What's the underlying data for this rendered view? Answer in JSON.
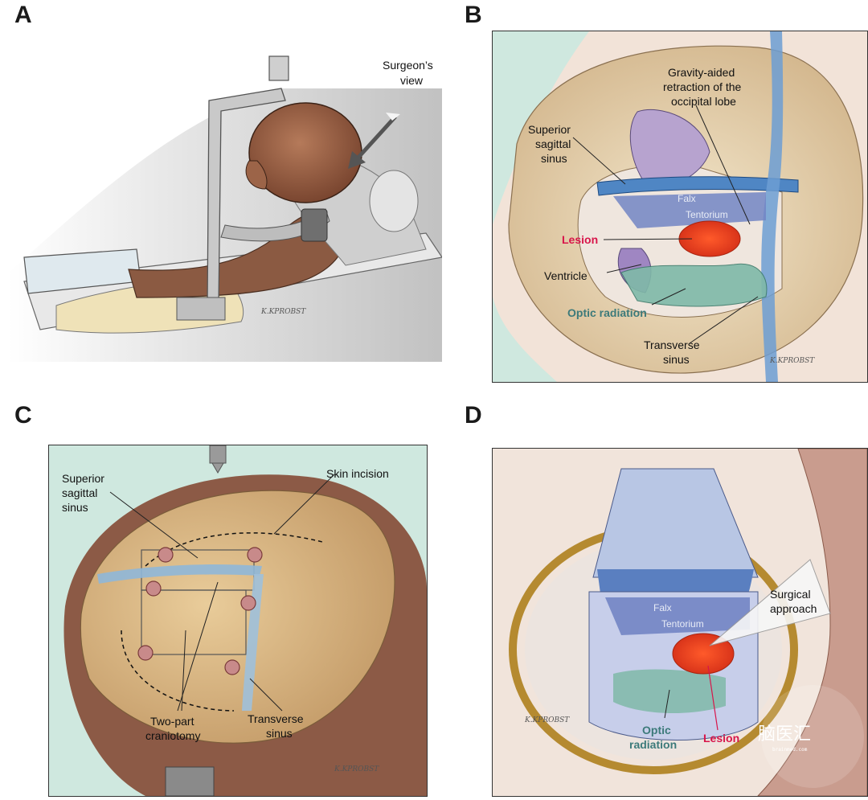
{
  "panels": [
    {
      "letter": "A",
      "labels": {
        "surgeons_view": [
          "Surgeon’s",
          "view"
        ],
        "signature": "K.KPROBST"
      }
    },
    {
      "letter": "B",
      "labels": {
        "gravity": [
          "Gravity-aided",
          "retraction of the",
          "occipital lobe"
        ],
        "superior_sagittal_sinus": [
          "Superior",
          "sagittal",
          "sinus"
        ],
        "falx": "Falx",
        "tentorium": "Tentorium",
        "lesion": "Lesion",
        "ventricle": "Ventricle",
        "optic_radiation": "Optic radiation",
        "transverse_sinus": [
          "Transverse",
          "sinus"
        ],
        "signature": "K.KPROBST"
      }
    },
    {
      "letter": "C",
      "labels": {
        "superior_sagittal_sinus": [
          "Superior",
          "sagittal",
          "sinus"
        ],
        "skin_incision": "Skin incision",
        "two_part_craniotomy": [
          "Two-part",
          "craniotomy"
        ],
        "transverse_sinus": [
          "Transverse",
          "sinus"
        ],
        "signature": "K.KPROBST"
      }
    },
    {
      "letter": "D",
      "labels": {
        "falx": "Falx",
        "tentorium": "Tentorium",
        "surgical_approach": [
          "Surgical",
          "approach"
        ],
        "optic_radiation": [
          "Optic",
          "radiation"
        ],
        "lesion": "Lesion",
        "signature": "K.KPROBST"
      }
    }
  ],
  "watermark": {
    "text": "脑医汇",
    "url": "brainmed.com"
  }
}
